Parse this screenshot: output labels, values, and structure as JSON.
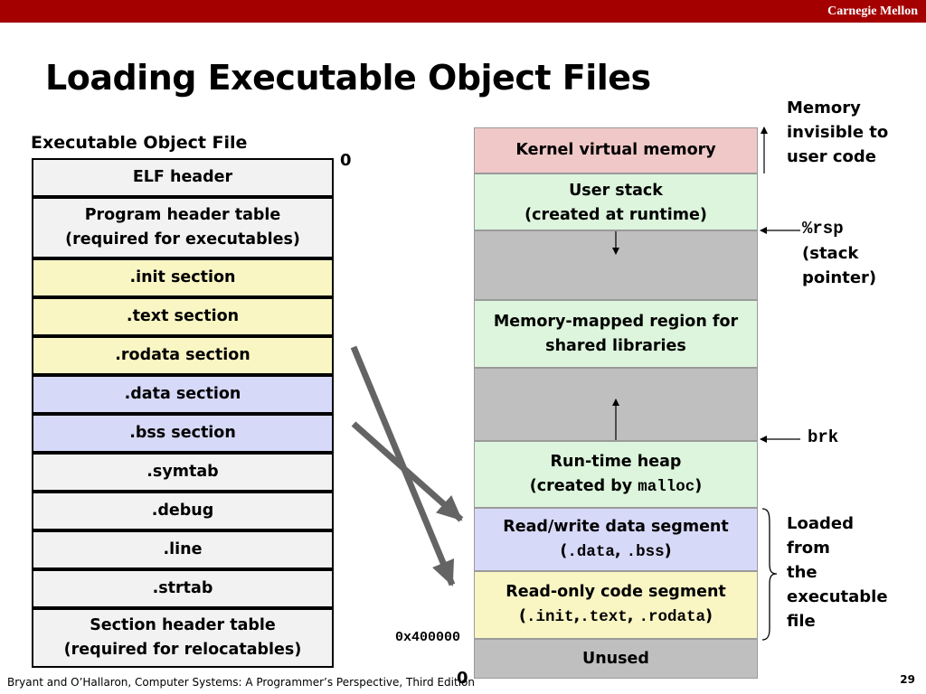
{
  "header": {
    "brand": "Carnegie Mellon"
  },
  "slide": {
    "title": "Loading Executable Object Files"
  },
  "left": {
    "label": "Executable Object File",
    "sections": [
      {
        "line1": "ELF header",
        "line2": ""
      },
      {
        "line1": "Program header table",
        "line2": "(required for executables)"
      },
      {
        "line1": ".init section",
        "line2": ""
      },
      {
        "line1": ".text section",
        "line2": ""
      },
      {
        "line1": ".rodata section",
        "line2": ""
      },
      {
        "line1": ".data section",
        "line2": ""
      },
      {
        "line1": ".bss section",
        "line2": ""
      },
      {
        "line1": ".symtab",
        "line2": ""
      },
      {
        "line1": ".debug",
        "line2": ""
      },
      {
        "line1": ".line",
        "line2": ""
      },
      {
        "line1": ".strtab",
        "line2": ""
      },
      {
        "line1": "Section header table",
        "line2": "(required for relocatables)"
      }
    ],
    "offset_zero": "0"
  },
  "right": {
    "kernel": "Kernel virtual memory",
    "stack": {
      "line1": "User stack",
      "line2": "(created at runtime)"
    },
    "mmap": {
      "line1": "Memory-mapped region for",
      "line2": "shared libraries"
    },
    "heap": {
      "line1": "Run-time heap",
      "line2_prefix": "(created by ",
      "line2_code": "malloc",
      "line2_suffix": ")"
    },
    "rw": {
      "line1": "Read/write data segment",
      "open": "(",
      "code1": ".data",
      "sep": ", ",
      "code2": ".bss",
      "close": ")"
    },
    "ro": {
      "line1": "Read-only code segment",
      "open": "(",
      "code1": ".init",
      "sep1": ",",
      "code2": ".text",
      "sep2": ", ",
      "code3": ".rodata",
      "close": ")"
    },
    "unused": "Unused",
    "addr_start": "0x400000",
    "addr_zero": "0"
  },
  "annotations": {
    "kernel_note": [
      "Memory",
      "invisible to",
      "user code"
    ],
    "rsp": {
      "reg": "%rsp",
      "line1": "(stack",
      "line2": "pointer)"
    },
    "brk": "brk",
    "loaded": [
      "Loaded",
      "from",
      "the",
      "executable",
      "file"
    ]
  },
  "footer": {
    "citation": "Bryant and O’Hallaron, Computer Systems: A Programmer’s Perspective, Third Edition",
    "page": "29"
  },
  "colors": {
    "header_red": "#a50000",
    "gray": "#f2f2f2",
    "yellow": "#f9f6c3",
    "lavender": "#d7d9f8",
    "kernel_pink": "#f0c8c8",
    "light_green": "#dcf5dc",
    "mid_gray": "#bfbfbf"
  }
}
